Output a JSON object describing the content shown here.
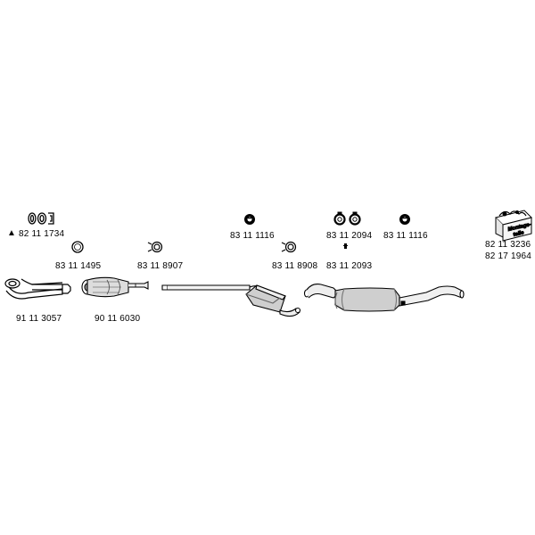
{
  "parts": {
    "seal_set": {
      "number": "82 11 1734",
      "marker": "▲"
    },
    "ring_1495": {
      "number": "83 11 1495"
    },
    "clamp_8907": {
      "number": "83 11 8907"
    },
    "front_pipe": {
      "number": "91 11 3057"
    },
    "catalyst": {
      "number": "90 11 6030"
    },
    "mount_center": {
      "number": "83 11 1116"
    },
    "clamp_8908": {
      "number": "83 11 8908"
    },
    "mount_pair": {
      "number": "83 11 2094"
    },
    "mount_2093": {
      "number": "83 11 2093"
    },
    "mount_right": {
      "number": "83 11 1116"
    },
    "mounting_kit": {
      "number_a": "82 11 3236",
      "number_b": "82 17 1964",
      "box_text_1": "Montage-",
      "box_text_2": "teile"
    }
  }
}
